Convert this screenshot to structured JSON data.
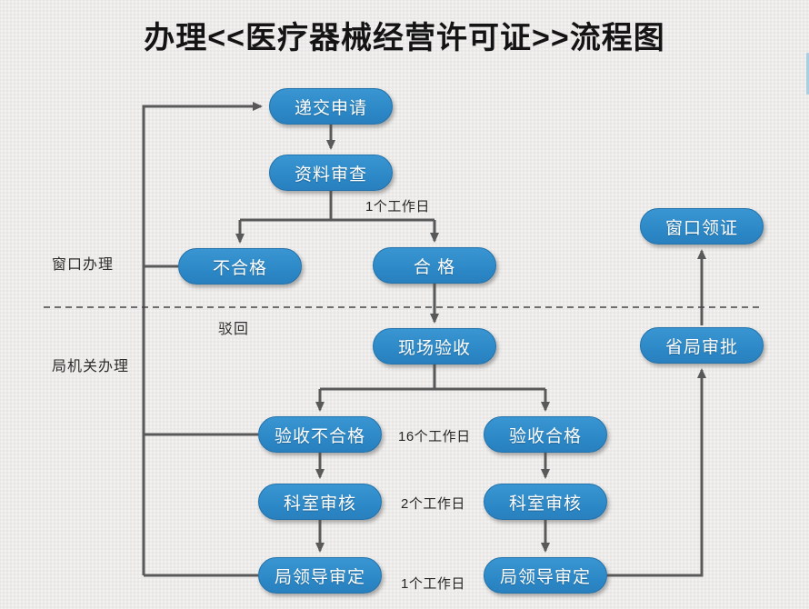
{
  "title": "办理<<医疗器械经营许可证>>流程图",
  "lanes": {
    "window": "窗口办理",
    "bureau": "局机关办理"
  },
  "nodes": {
    "submit": "递交申请",
    "review": "资料审查",
    "fail": "不合格",
    "pass": "合 格",
    "site_inspection": "现场验收",
    "inspection_fail": "验收不合格",
    "inspection_pass": "验收合格",
    "dept_review_left": "科室审核",
    "dept_review_right": "科室审核",
    "leader_review_left": "局领导审定",
    "leader_review_right": "局领导审定",
    "provincial_approval": "省局审批",
    "window_certificate": "窗口领证"
  },
  "annotations": {
    "rejected": "驳回",
    "duration_review": "1个工作日",
    "duration_inspection": "16个工作日",
    "duration_dept": "2个工作日",
    "duration_leader": "1个工作日"
  },
  "colors": {
    "node_fill": "#2E8BC9",
    "node_border": "#2272AB",
    "connector": "#595959",
    "label_text": "#2E2E2E",
    "background": "#ECEBE9"
  }
}
